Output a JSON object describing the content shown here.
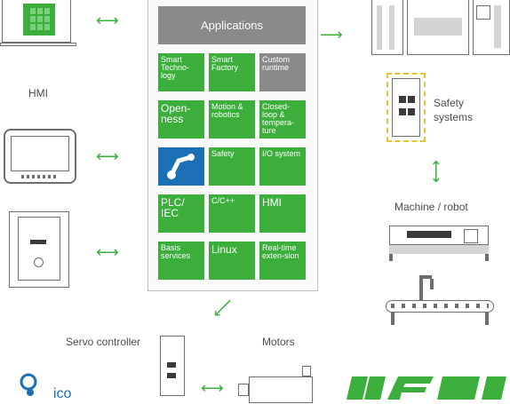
{
  "labels": {
    "hmi": "HMI",
    "safety": "Safety systems",
    "machine": "Machine / robot",
    "servo": "Servo controller",
    "motors": "Motors"
  },
  "platform": {
    "applications": "Applications",
    "tiles": [
      {
        "text": "Smart Techno-logy",
        "style": "green"
      },
      {
        "text": "Smart Factory",
        "style": "green"
      },
      {
        "text": "Custom runtime",
        "style": "gray"
      },
      {
        "text": "Open-ness",
        "style": "green-big"
      },
      {
        "text": "Motion & robotics",
        "style": "green"
      },
      {
        "text": "Closed-loop & tempera-ture",
        "style": "green"
      },
      {
        "text": "",
        "style": "blue"
      },
      {
        "text": "Safety",
        "style": "green"
      },
      {
        "text": "I/O system",
        "style": "green"
      },
      {
        "text": "PLC/ IEC",
        "style": "green-big"
      },
      {
        "text": "C/C++",
        "style": "green"
      },
      {
        "text": "HMI",
        "style": "green-big"
      },
      {
        "text": "Basis services",
        "style": "green"
      },
      {
        "text": "Linux",
        "style": "green-big"
      },
      {
        "text": "Real-time exten-sion",
        "style": "green"
      }
    ]
  },
  "colors": {
    "green": "#3cae3c",
    "gray": "#8a8a8a",
    "blue": "#1a6fb5"
  },
  "icons": [
    "laptop-icon",
    "tablet-hmi-icon",
    "panel-hmi-icon",
    "control-cabinet-icon",
    "safety-module-icon",
    "machine-icon",
    "robot-conveyor-icon",
    "servo-drive-icon",
    "motor-icon",
    "logo-mark",
    "keba-logo"
  ]
}
